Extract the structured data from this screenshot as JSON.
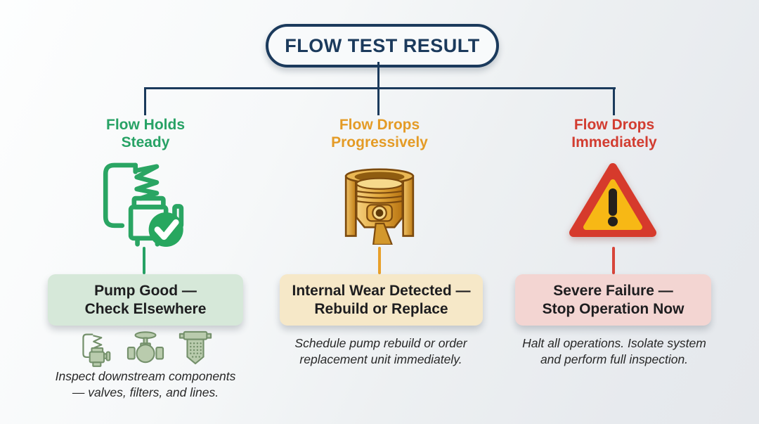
{
  "title": "FLOW TEST RESULT",
  "colors": {
    "navy": "#1b3a5c",
    "green": "#27a265",
    "orange": "#e49b26",
    "red": "#d23c30",
    "mint_box": "#d6e8d9",
    "cream_box": "#f6e8c8",
    "pink_box": "#f3d5d2"
  },
  "branches": [
    {
      "header_line1": "Flow Holds",
      "header_line2": "Steady",
      "icon": "pump-check-icon",
      "result_line1": "Pump Good —",
      "result_line2": "Check Elsewhere",
      "caption_line1": "Inspect downstream components",
      "caption_line2": "— valves, filters, and lines.",
      "sub_icons": [
        "relief-valve-icon",
        "gate-valve-icon",
        "filter-icon"
      ]
    },
    {
      "header_line1": "Flow Drops",
      "header_line2": "Progressively",
      "icon": "piston-icon",
      "result_line1": "Internal Wear Detected —",
      "result_line2": "Rebuild or Replace",
      "caption_line1": "Schedule pump rebuild or order",
      "caption_line2": "replacement unit immediately."
    },
    {
      "header_line1": "Flow Drops",
      "header_line2": "Immediately",
      "icon": "warning-triangle-icon",
      "result_line1": "Severe Failure —",
      "result_line2": "Stop Operation Now",
      "caption_line1": "Halt all operations. Isolate system",
      "caption_line2": "and perform full inspection."
    }
  ]
}
